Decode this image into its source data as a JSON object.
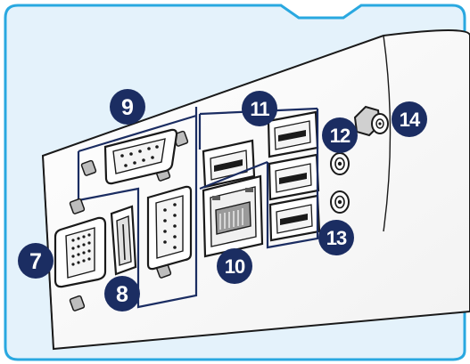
{
  "callouts": [
    {
      "id": "port-7",
      "label": "7"
    },
    {
      "id": "port-8",
      "label": "8"
    },
    {
      "id": "port-9",
      "label": "9"
    },
    {
      "id": "port-10",
      "label": "10"
    },
    {
      "id": "port-11",
      "label": "11"
    },
    {
      "id": "port-12",
      "label": "12"
    },
    {
      "id": "port-13",
      "label": "13"
    },
    {
      "id": "port-14",
      "label": "14"
    }
  ],
  "colors": {
    "frame_blue": "#29a8e0",
    "panel_fill": "#e4f2fb",
    "device_face": "#ffffff",
    "device_outline": "#1a1a1a",
    "callout_fill": "#1b2d62",
    "grouping_line": "#1b2d62"
  },
  "icons": [
    "vga-port-icon",
    "displayport-icon",
    "serial-port-icon",
    "ethernet-port-icon",
    "usb-port-icon",
    "audio-jack-icon",
    "antenna-connector-icon",
    "screw-icon"
  ]
}
